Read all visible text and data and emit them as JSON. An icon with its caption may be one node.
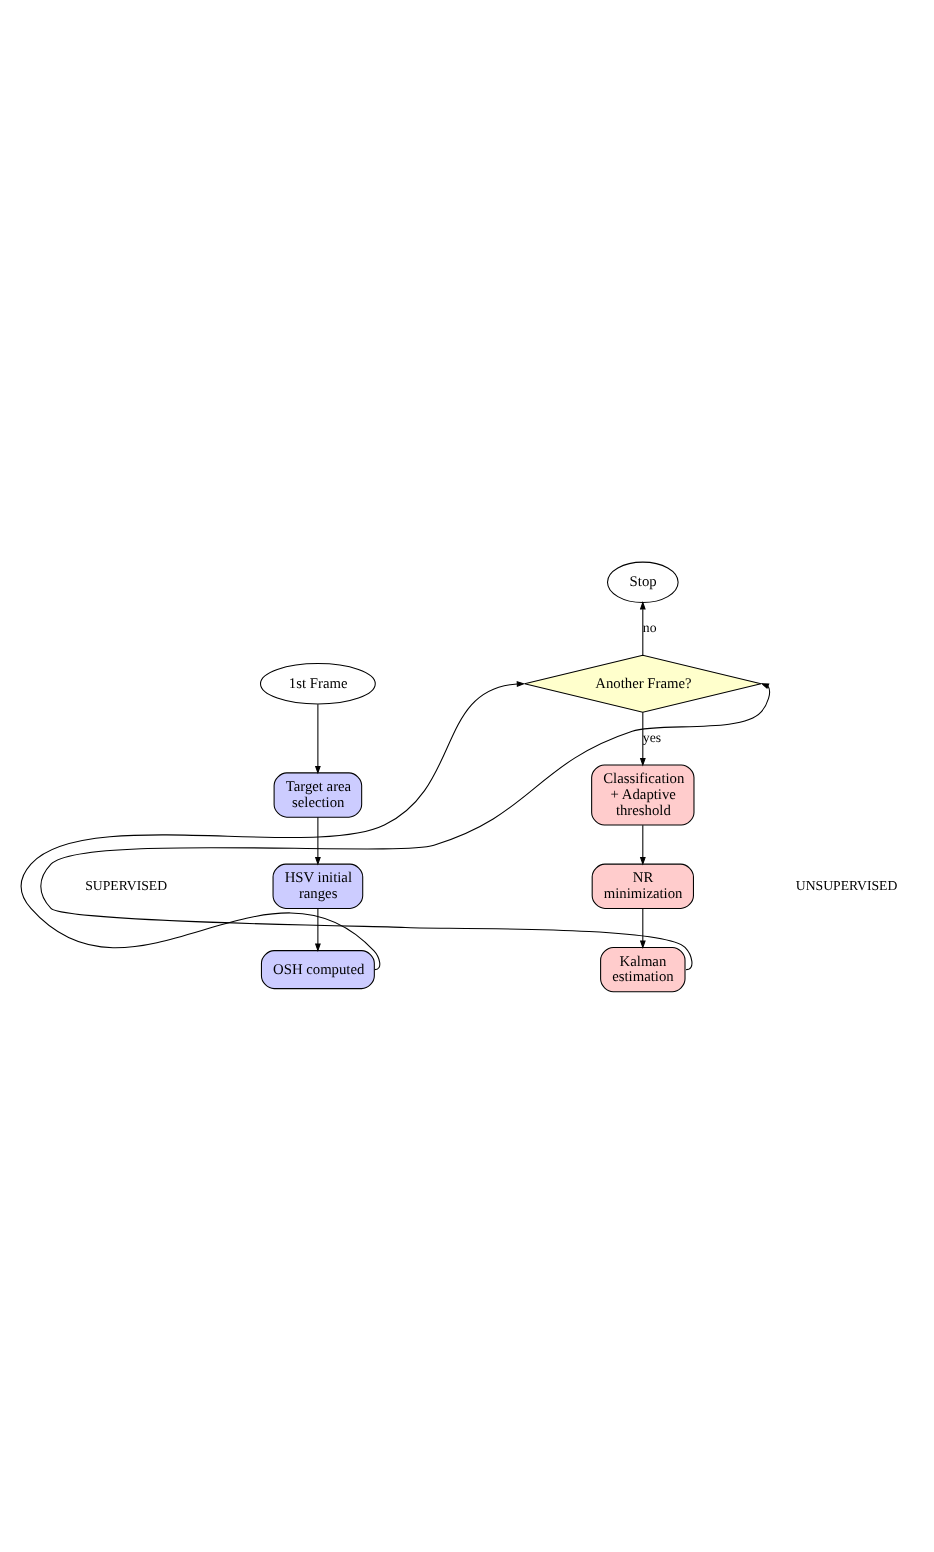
{
  "diagram": {
    "nodes": [
      {
        "text": [
          "Stop"
        ]
      },
      {
        "text": [
          "Another Frame?"
        ]
      },
      {
        "text": [
          "1st Frame"
        ]
      },
      {
        "text": [
          "Target area selection"
        ]
      },
      {
        "text": [
          "HSV initial ranges"
        ]
      },
      {
        "text": [
          "OSH computed"
        ]
      },
      {
        "text": [
          "Classification + Adaptive threshold"
        ]
      },
      {
        "text": [
          "NR minimization"
        ]
      },
      {
        "text": [
          "Kalman estimation"
        ]
      }
    ],
    "edges": [
      {
        "from": 2,
        "to": 3,
        "arrow": "to"
      },
      {
        "from": 3,
        "to": 4,
        "arrow": "to"
      },
      {
        "from": 4,
        "to": 5,
        "arrow": "to"
      },
      {
        "from": 5,
        "to": 1,
        "arrow": "to"
      },
      {
        "from": 1,
        "to": 0,
        "arrow": "to",
        "label": "no"
      },
      {
        "from": 1,
        "to": 6,
        "arrow": "to",
        "label": "yes"
      },
      {
        "from": 6,
        "to": 7,
        "arrow": "to"
      },
      {
        "from": 7,
        "to": 8,
        "arrow": "to"
      },
      {
        "from": 8,
        "to": 1,
        "arrow": "to"
      }
    ],
    "labels": [
      "SUPERVISED",
      "UNSUPERVISED"
    ]
  }
}
